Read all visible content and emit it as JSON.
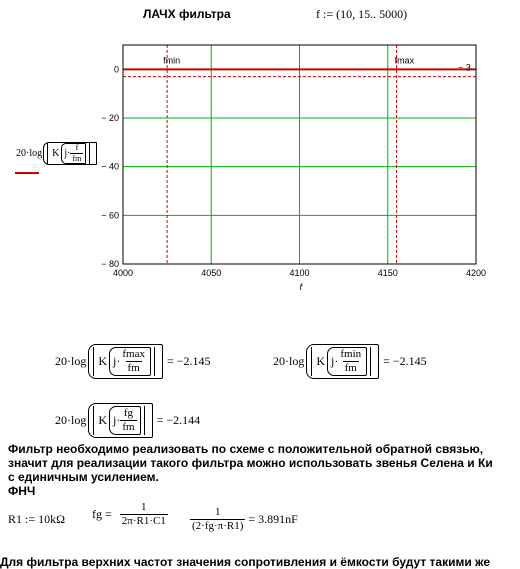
{
  "header": {
    "title": "ЛАЧХ фильтра",
    "range_def": "f := (10, 15.. 5000)"
  },
  "plot": {
    "y_label_prefix": "20·log",
    "y_label_k": "K",
    "y_label_j": "j·",
    "y_label_num": "f",
    "y_label_den": "fm",
    "x_label": "f",
    "marker_fmin": "fmin",
    "marker_fmax": "fmax",
    "marker_minus3": "− 3",
    "colors": {
      "grid": "#00b400",
      "curve": "#cc0000",
      "frame": "#000000"
    }
  },
  "chart_data": {
    "type": "line",
    "xlim": [
      4000,
      4200
    ],
    "ylim": [
      -80,
      10
    ],
    "x_ticks": [
      "4000",
      "4050",
      "4100",
      "4150",
      "4200"
    ],
    "y_ticks": [
      "0",
      "− 20",
      "− 40",
      "− 60",
      "− 80"
    ],
    "y_tick_values": [
      0,
      -20,
      -40,
      -60,
      -80
    ],
    "x_tick_values": [
      4000,
      4050,
      4100,
      4150,
      4200
    ],
    "grid": true,
    "series": [
      {
        "x": [
          4000,
          4200
        ],
        "y": [
          0,
          0
        ],
        "style": "solid",
        "color": "#cc0000"
      },
      {
        "x": [
          4000,
          4200
        ],
        "y": [
          -3,
          -3
        ],
        "style": "dashed",
        "color": "#cc0000"
      }
    ],
    "vlines": [
      {
        "x": 4025,
        "label": "fmin",
        "style": "dashed",
        "color": "#cc0000"
      },
      {
        "x": 4155,
        "label": "fmax",
        "style": "dashed",
        "color": "#cc0000"
      }
    ]
  },
  "results": {
    "r1": {
      "prefix": "20·log",
      "k": "K",
      "j": "j·",
      "num": "fmax",
      "den": "fm",
      "value": "= −2.145"
    },
    "r2": {
      "prefix": "20·log",
      "k": "K",
      "j": "j·",
      "num": "fmin",
      "den": "fm",
      "value": "= −2.145"
    },
    "r3": {
      "prefix": "20·log",
      "k": "K",
      "j": "j·",
      "num": "fg",
      "den": "fm",
      "value": "= −2.144"
    }
  },
  "description": {
    "line1": "Фильтр необходимо реализовать по схеме с положительной обратной связью,",
    "line2": "значит для реализации такого фильтра можно использовать звенья Селена и Ки",
    "line3": "с единичным усилением.",
    "line4": "ФНЧ"
  },
  "calc": {
    "r1_def": "R1 := 10kΩ",
    "fg_lhs": "fg =",
    "fg_num": "1",
    "fg_den": "2π·R1·C1",
    "c_num": "1",
    "c_den": "(2·fg·π·R1)",
    "c_value": "= 3.891nF"
  },
  "footer": {
    "text": "Для фильтра верхних частот значения сопротивления и ёмкости будут такими же"
  }
}
